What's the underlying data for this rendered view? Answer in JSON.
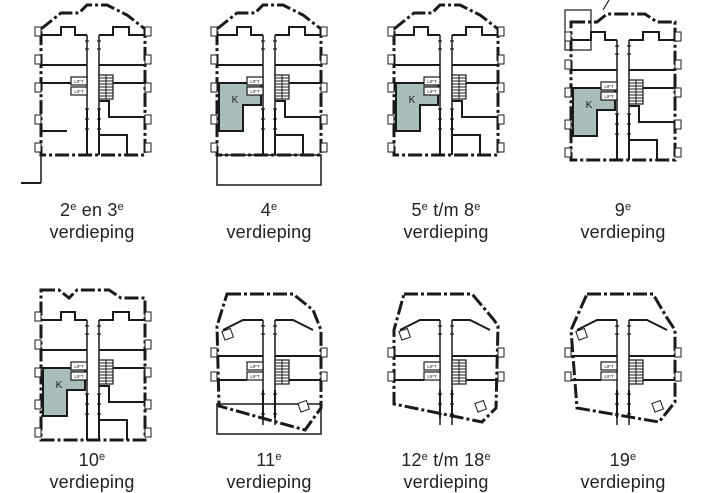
{
  "floors": [
    {
      "id": "f1",
      "main": "2",
      "sup1": "e",
      "mid": " en 3",
      "sup2": "e",
      "line2": "verdieping",
      "k": "",
      "lift": "LIFT"
    },
    {
      "id": "f2",
      "main": "4",
      "sup1": "e",
      "mid": "",
      "sup2": "",
      "line2": "verdieping",
      "k": "K",
      "lift": "LIFT"
    },
    {
      "id": "f3",
      "main": "5",
      "sup1": "e",
      "mid": " t/m 8",
      "sup2": "e",
      "line2": "verdieping",
      "k": "K",
      "lift": "LIFT"
    },
    {
      "id": "f4",
      "main": "9",
      "sup1": "e",
      "mid": "",
      "sup2": "",
      "line2": "verdieping",
      "k": "K",
      "lift": "LIFT"
    },
    {
      "id": "f5",
      "main": "10",
      "sup1": "e",
      "mid": "",
      "sup2": "",
      "line2": "verdieping",
      "k": "K",
      "lift": "LIFT"
    },
    {
      "id": "f6",
      "main": "11",
      "sup1": "e",
      "mid": "",
      "sup2": "",
      "line2": "verdieping",
      "k": "",
      "lift": "LIFT"
    },
    {
      "id": "f7",
      "main": "12",
      "sup1": "e",
      "mid": " t/m 18",
      "sup2": "e",
      "line2": "verdieping",
      "k": "",
      "lift": "LIFT"
    },
    {
      "id": "f8",
      "main": "19",
      "sup1": "e",
      "mid": "",
      "sup2": "",
      "line2": "verdieping",
      "k": "",
      "lift": "LIFT"
    }
  ],
  "colors": {
    "wall": "#1a1a1a",
    "highlight": "#a9bdbd",
    "label": "#222222"
  }
}
